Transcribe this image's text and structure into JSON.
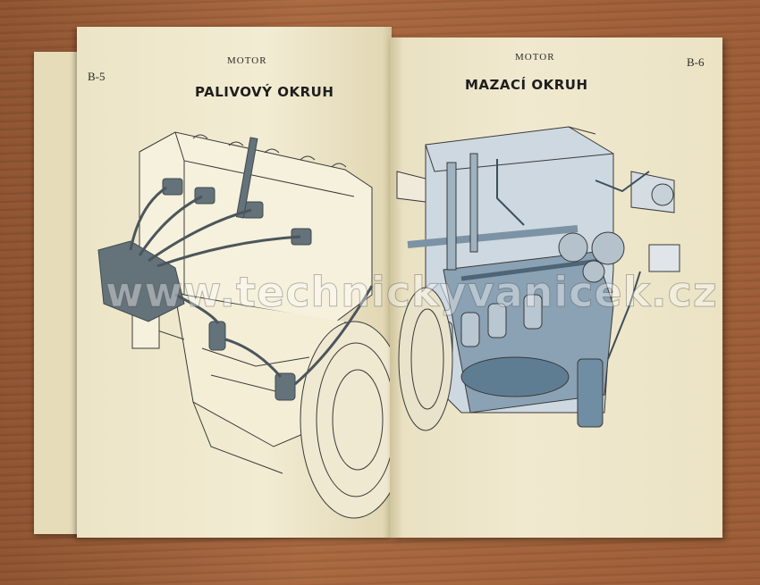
{
  "left_page": {
    "running_head": "MOTOR",
    "page_number": "B-5",
    "title": "PALIVOVÝ OKRUH"
  },
  "right_page": {
    "running_head": "MOTOR",
    "page_number": "B-6",
    "title": "MAZACÍ OKRUH"
  },
  "watermark": {
    "text": "www.technickyvanicek.cz"
  },
  "colors": {
    "paper": "#f0e9cf",
    "fuel_lines": "#5f6f78",
    "oil_highlight": "#7f97a8",
    "background_wood": "#a0613a"
  }
}
